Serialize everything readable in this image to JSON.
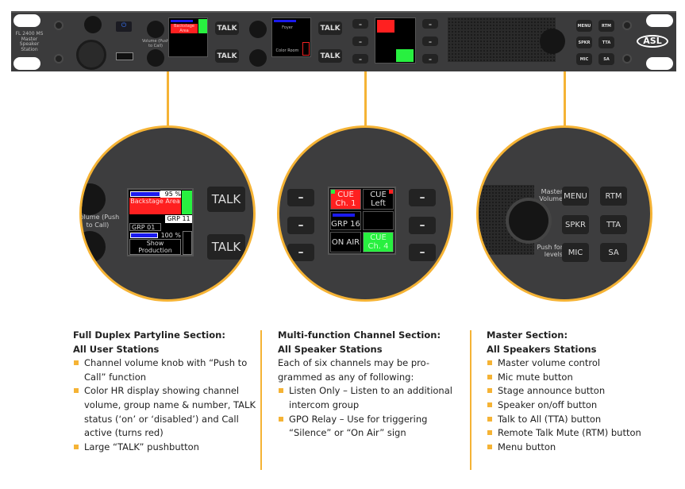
{
  "panel": {
    "model": "FL 2400 MS",
    "model_sub": "Master Speaker Station",
    "volume_label": "Volume (Push to Call)",
    "talk": "TALK",
    "dash": "–",
    "disp1": {
      "top_pct": "95 %",
      "top_name": "Backstage Area",
      "top_grp": "GRP 11",
      "bot_grp": "GRP 01",
      "bot_pct": "100 %",
      "bot_name": "Show Production"
    },
    "disp2": {
      "top_name": "Foyer",
      "bot_name": "Color Room"
    },
    "mf": {
      "c1": "CUE Ch. 1",
      "c2": "CUE Left",
      "c3": "GRP 16",
      "c5": "ON AIR",
      "c6": "CUE Ch. 4"
    },
    "master_volume": "Master Volume",
    "push_levels": "Push for levels",
    "buttons": [
      "MENU",
      "RTM",
      "SPKR",
      "TTA",
      "MIC",
      "SA"
    ],
    "logo": "ASL"
  },
  "colors": {
    "accent": "#f5b335",
    "red": "#ff2020",
    "green": "#28f040",
    "blue": "#1a1aee"
  },
  "sections": [
    {
      "title1": "Full Duplex Partyline Section:",
      "title2": "All User Stations",
      "bullets": [
        "Channel volume knob with “Push to Call” function",
        "Color HR display showing channel volume, group name & number, TALK status (‘on’ or ‘disabled’) and Call active (turns red)",
        "Large “TALK” pushbutton"
      ]
    },
    {
      "title1": "Multi-function Channel Section:",
      "title2": "All Speaker Stations",
      "intro": "Each of six channels may be pro-grammed as any of following:",
      "bullets": [
        "Listen Only – Listen to an additional intercom group",
        "GPO Relay – Use for triggering “Silence” or “On Air” sign"
      ]
    },
    {
      "title1": "Master Section:",
      "title2": "All Speakers Stations",
      "bullets": [
        "Master volume control",
        "Mic mute button",
        "Stage announce button",
        "Speaker on/off button",
        "Talk to All (TTA) button",
        "Remote Talk Mute (RTM) button",
        "Menu button"
      ]
    }
  ]
}
